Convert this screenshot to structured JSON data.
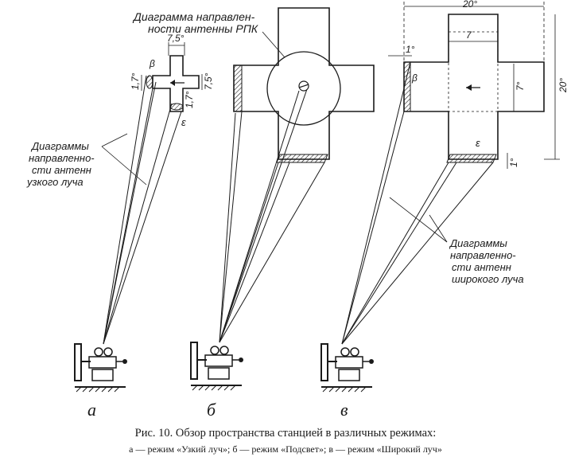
{
  "figure": {
    "panel_a": {
      "label": "а",
      "dims": {
        "width": "7,5°",
        "height": "7,5°",
        "left_side": "1,7°",
        "bottom_side": "1,7°"
      },
      "greek_beta": "β",
      "greek_epsilon": "ε"
    },
    "panel_b": {
      "label": "б",
      "rpk_label": [
        "Диаграмма направлен-",
        "ности антенны РПК"
      ]
    },
    "panel_v": {
      "label": "в",
      "dims": {
        "top_width": "20°",
        "right_height": "20°",
        "inner_width": "7",
        "inner_height": "7°",
        "left_gap": "1°",
        "bottom_gap": "1°"
      },
      "greek_beta": "β",
      "greek_epsilon": "ε"
    },
    "narrow_label": [
      "Диаграммы",
      "направленно-",
      "сти антенн",
      "узкого луча"
    ],
    "wide_label": [
      "Диаграммы",
      "направленно-",
      "сти антенн",
      "широкого луча"
    ],
    "caption": {
      "title": "Рис. 10. Обзор пространства станцией в различных режимах:",
      "legend": "а — режим «Узкий луч»; б — режим «Подсвет»; в — режим «Широкий луч»"
    }
  }
}
